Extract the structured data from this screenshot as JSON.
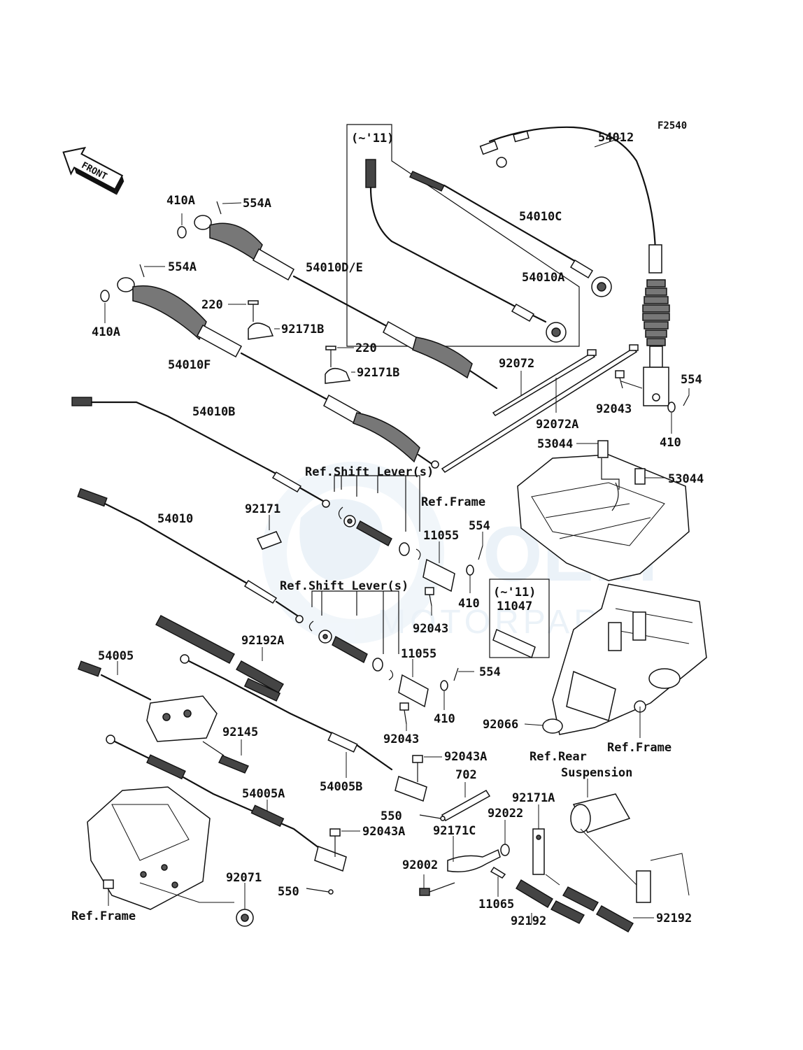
{
  "figure_code": "F2540",
  "front_badge": "FRONT",
  "year_note": "(~'11)",
  "callouts": {
    "c54012": "54012",
    "c54010C": "54010C",
    "c54010A": "54010A",
    "c54010DE": "54010D/E",
    "c54010F": "54010F",
    "c54010B": "54010B",
    "c54010": "54010",
    "c54005": "54005",
    "c54005A": "54005A",
    "c54005B": "54005B",
    "c410A_1": "410A",
    "c410A_2": "410A",
    "c554A_1": "554A",
    "c554A_2": "554A",
    "c220_1": "220",
    "c220_2": "220",
    "c92171B_1": "92171B",
    "c92171B_2": "92171B",
    "c92072": "92072",
    "c92072A": "92072A",
    "c92043_1": "92043",
    "c92043_2": "92043",
    "c92043_3": "92043",
    "c554_1": "554",
    "c554_2": "554",
    "c554_3": "554",
    "c410_1": "410",
    "c410_2": "410",
    "c410_3": "410",
    "c53044_1": "53044",
    "c53044_2": "53044",
    "c92171": "92171",
    "c11055_1": "11055",
    "c11055_2": "11055",
    "c11047": "11047",
    "c92192A": "92192A",
    "c92145": "92145",
    "c92066": "92066",
    "c92043A_1": "92043A",
    "c92043A_2": "92043A",
    "c702": "702",
    "c550_1": "550",
    "c550_2": "550",
    "c92171C": "92171C",
    "c92171A": "92171A",
    "c92022": "92022",
    "c92002": "92002",
    "c11065": "11065",
    "c92192_1": "92192",
    "c92192_2": "92192",
    "c92071": "92071"
  },
  "references": {
    "shift_lever_1": "Ref.Shift Lever(s)",
    "shift_lever_2": "Ref.Shift Lever(s)",
    "frame_1": "Ref.Frame",
    "frame_2": "Ref.Frame",
    "frame_3": "Ref.Frame",
    "rear_suspension_1": "Ref.Rear",
    "rear_suspension_2": "Suspension"
  },
  "watermark": {
    "brand": "OEM",
    "sub": "MOTORPARTS",
    "color": "#dbe8f3"
  }
}
